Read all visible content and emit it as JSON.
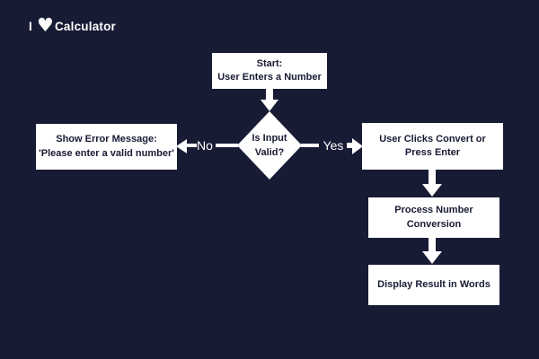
{
  "colors": {
    "background": "#181B34",
    "node_fill": "#FFFFFF",
    "node_text": "#181B34",
    "connector": "#FFFFFF"
  },
  "logo": {
    "prefix": "I",
    "heart": "♥",
    "suffix": "Calculator"
  },
  "flowchart": {
    "nodes": {
      "start": {
        "line1": "Start:",
        "line2": "User Enters a Number"
      },
      "decision": {
        "line1": "Is Input",
        "line2": "Valid?"
      },
      "error": {
        "line1": "Show Error Message:",
        "line2": "'Please enter a valid number'"
      },
      "convert": {
        "line1": "User Clicks Convert or",
        "line2": "Press Enter"
      },
      "process": {
        "line1": "Process Number Conversion"
      },
      "display": {
        "line1": "Display Result in Words"
      }
    },
    "edges": {
      "no_label": "No",
      "yes_label": "Yes"
    }
  }
}
